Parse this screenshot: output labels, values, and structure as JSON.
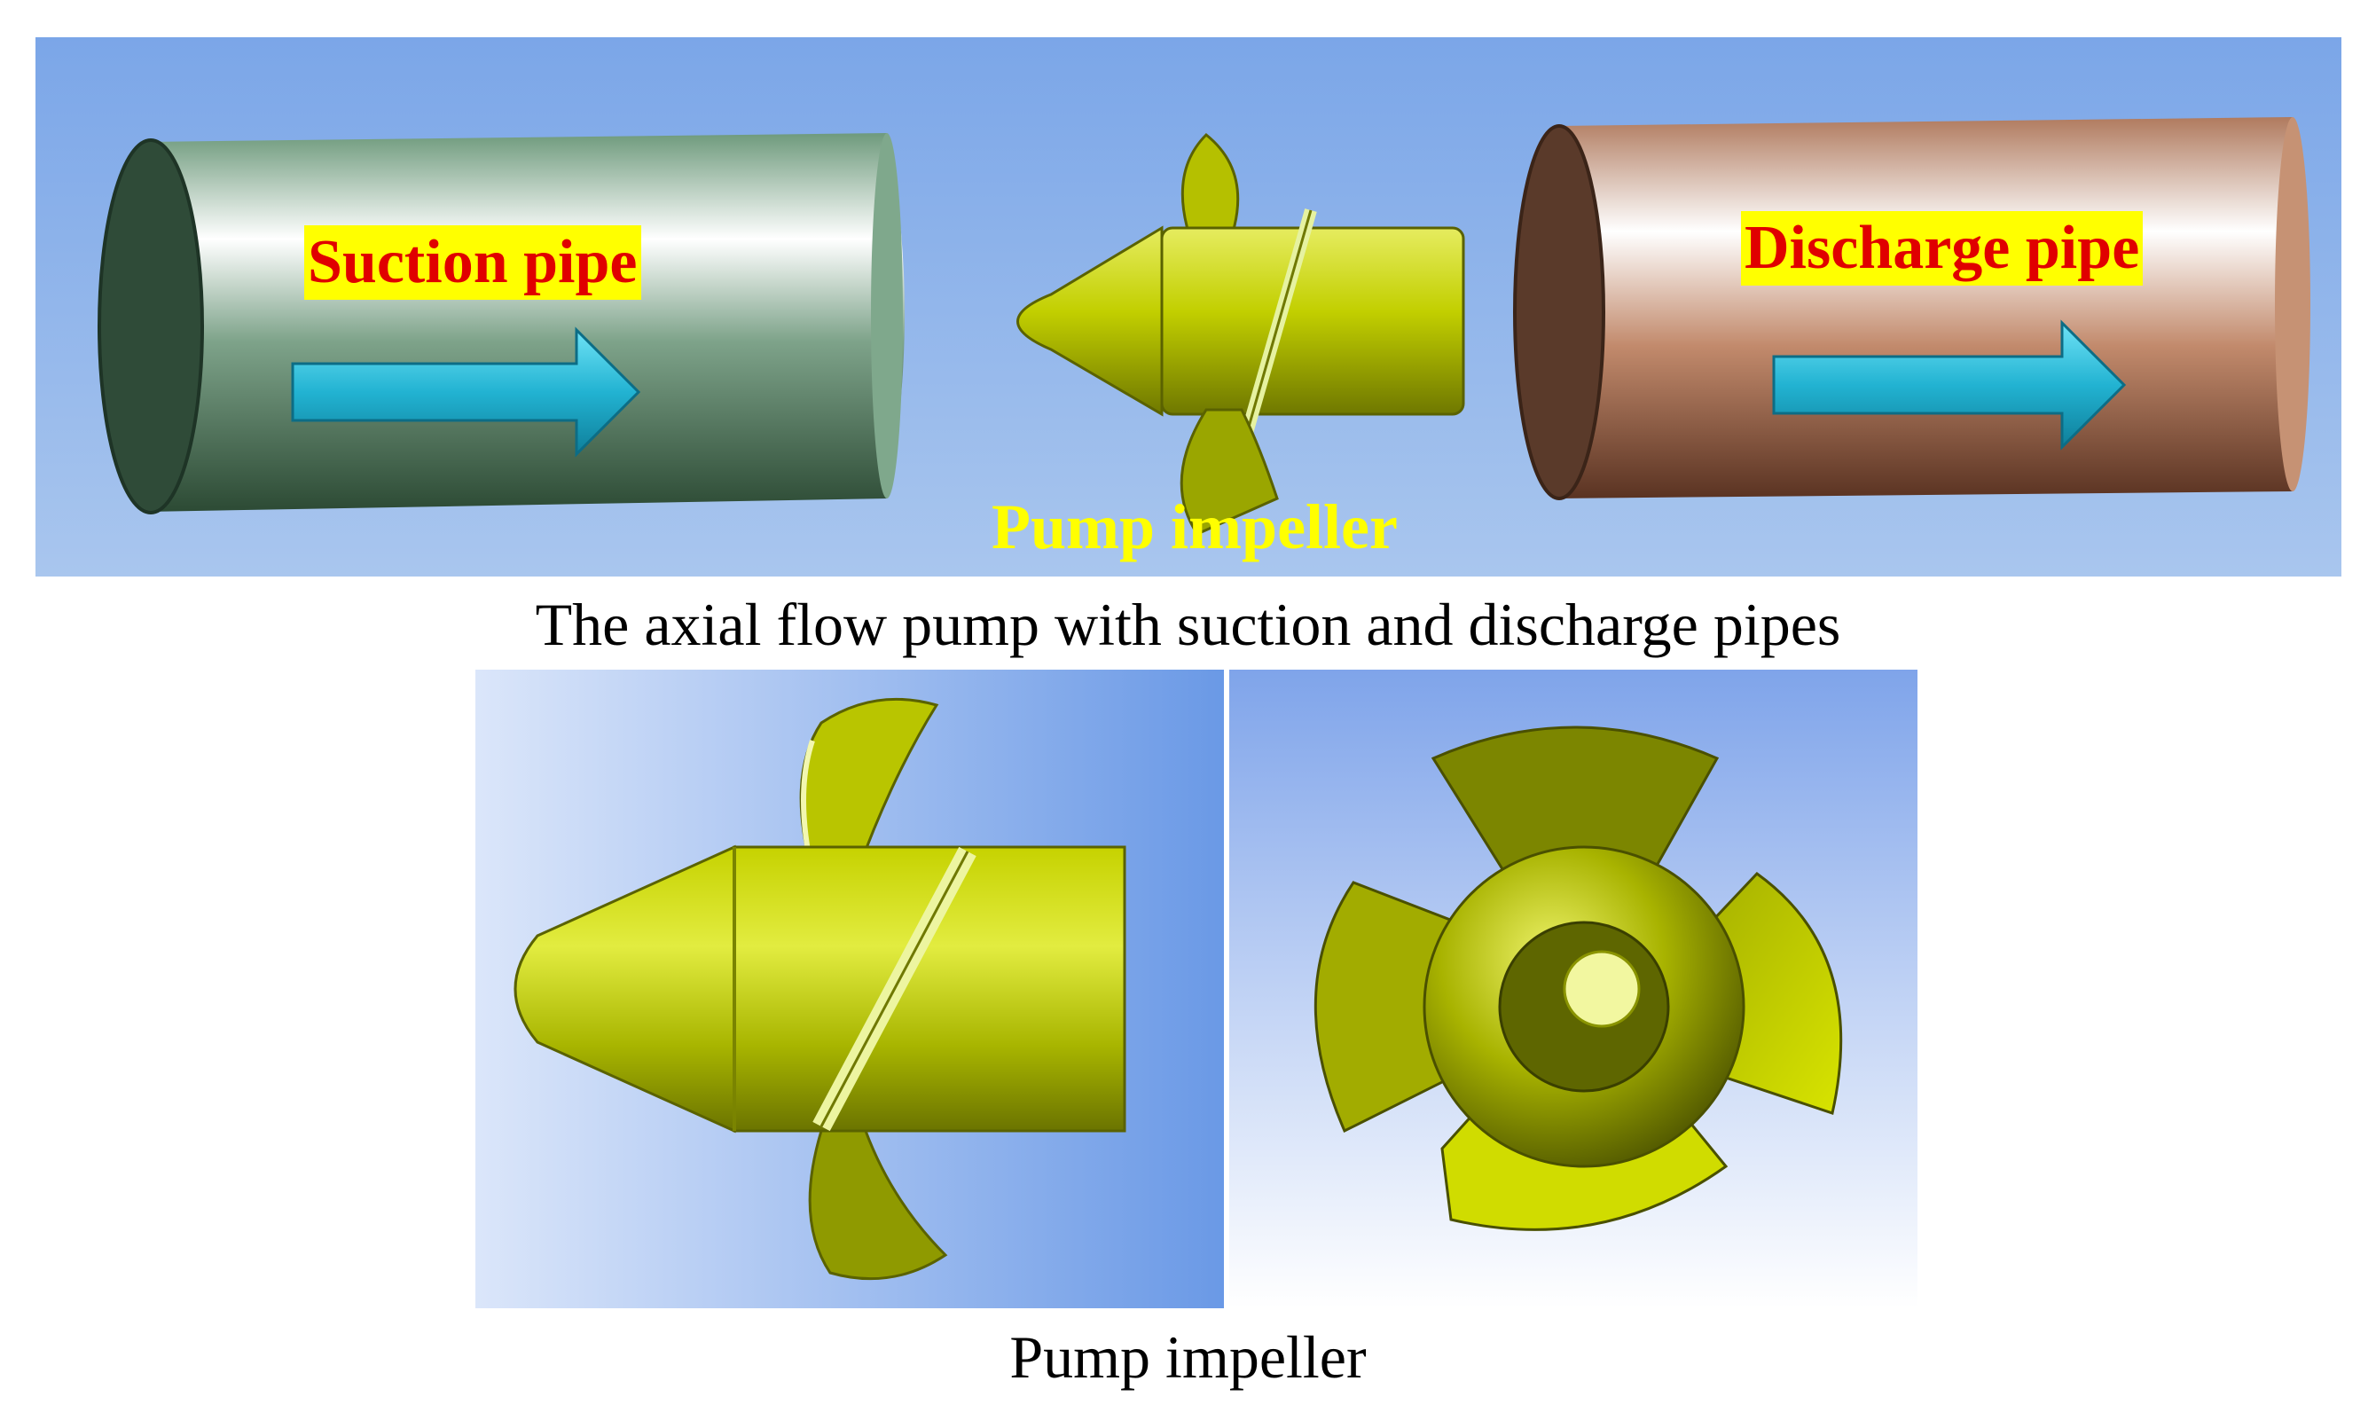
{
  "top_panel": {
    "suction_label": "Suction pipe",
    "discharge_label": "Discharge pipe",
    "impeller_label": "Pump impeller",
    "caption": "The axial flow pump with suction and discharge pipes"
  },
  "bottom_panel": {
    "caption": "Pump impeller"
  },
  "colors": {
    "background_blue": "#86aee8",
    "suction_pipe": "#7aa888",
    "discharge_pipe": "#d29a7c",
    "impeller": "#c8d400",
    "flow_arrow": "#2ab7d4",
    "label_background": "#ffff00",
    "label_text": "#e00000"
  }
}
